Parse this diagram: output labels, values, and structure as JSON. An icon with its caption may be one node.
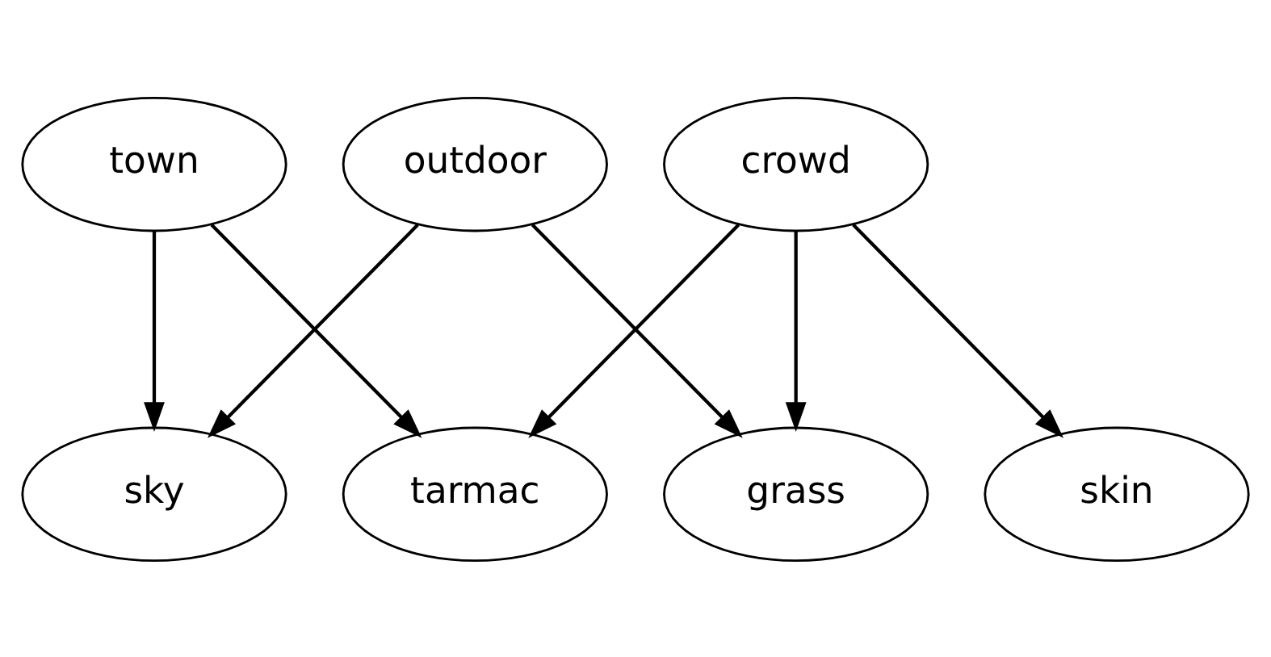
{
  "diagram": {
    "nodes": [
      {
        "text": [
          "outdoor"
        ]
      },
      {
        "text": [
          "town"
        ]
      },
      {
        "text": [
          "crowd"
        ]
      },
      {
        "text": [
          "sky"
        ]
      },
      {
        "text": [
          "grass"
        ]
      },
      {
        "text": [
          "tarmac"
        ]
      },
      {
        "text": [
          "skin"
        ]
      }
    ],
    "edges": [
      {
        "from": 0,
        "to": 3,
        "arrow": "to"
      },
      {
        "from": 0,
        "to": 4,
        "arrow": "to"
      },
      {
        "from": 1,
        "to": 3,
        "arrow": "to"
      },
      {
        "from": 1,
        "to": 5,
        "arrow": "to"
      },
      {
        "from": 2,
        "to": 4,
        "arrow": "to"
      },
      {
        "from": 2,
        "to": 5,
        "arrow": "to"
      },
      {
        "from": 2,
        "to": 6,
        "arrow": "to"
      }
    ]
  }
}
